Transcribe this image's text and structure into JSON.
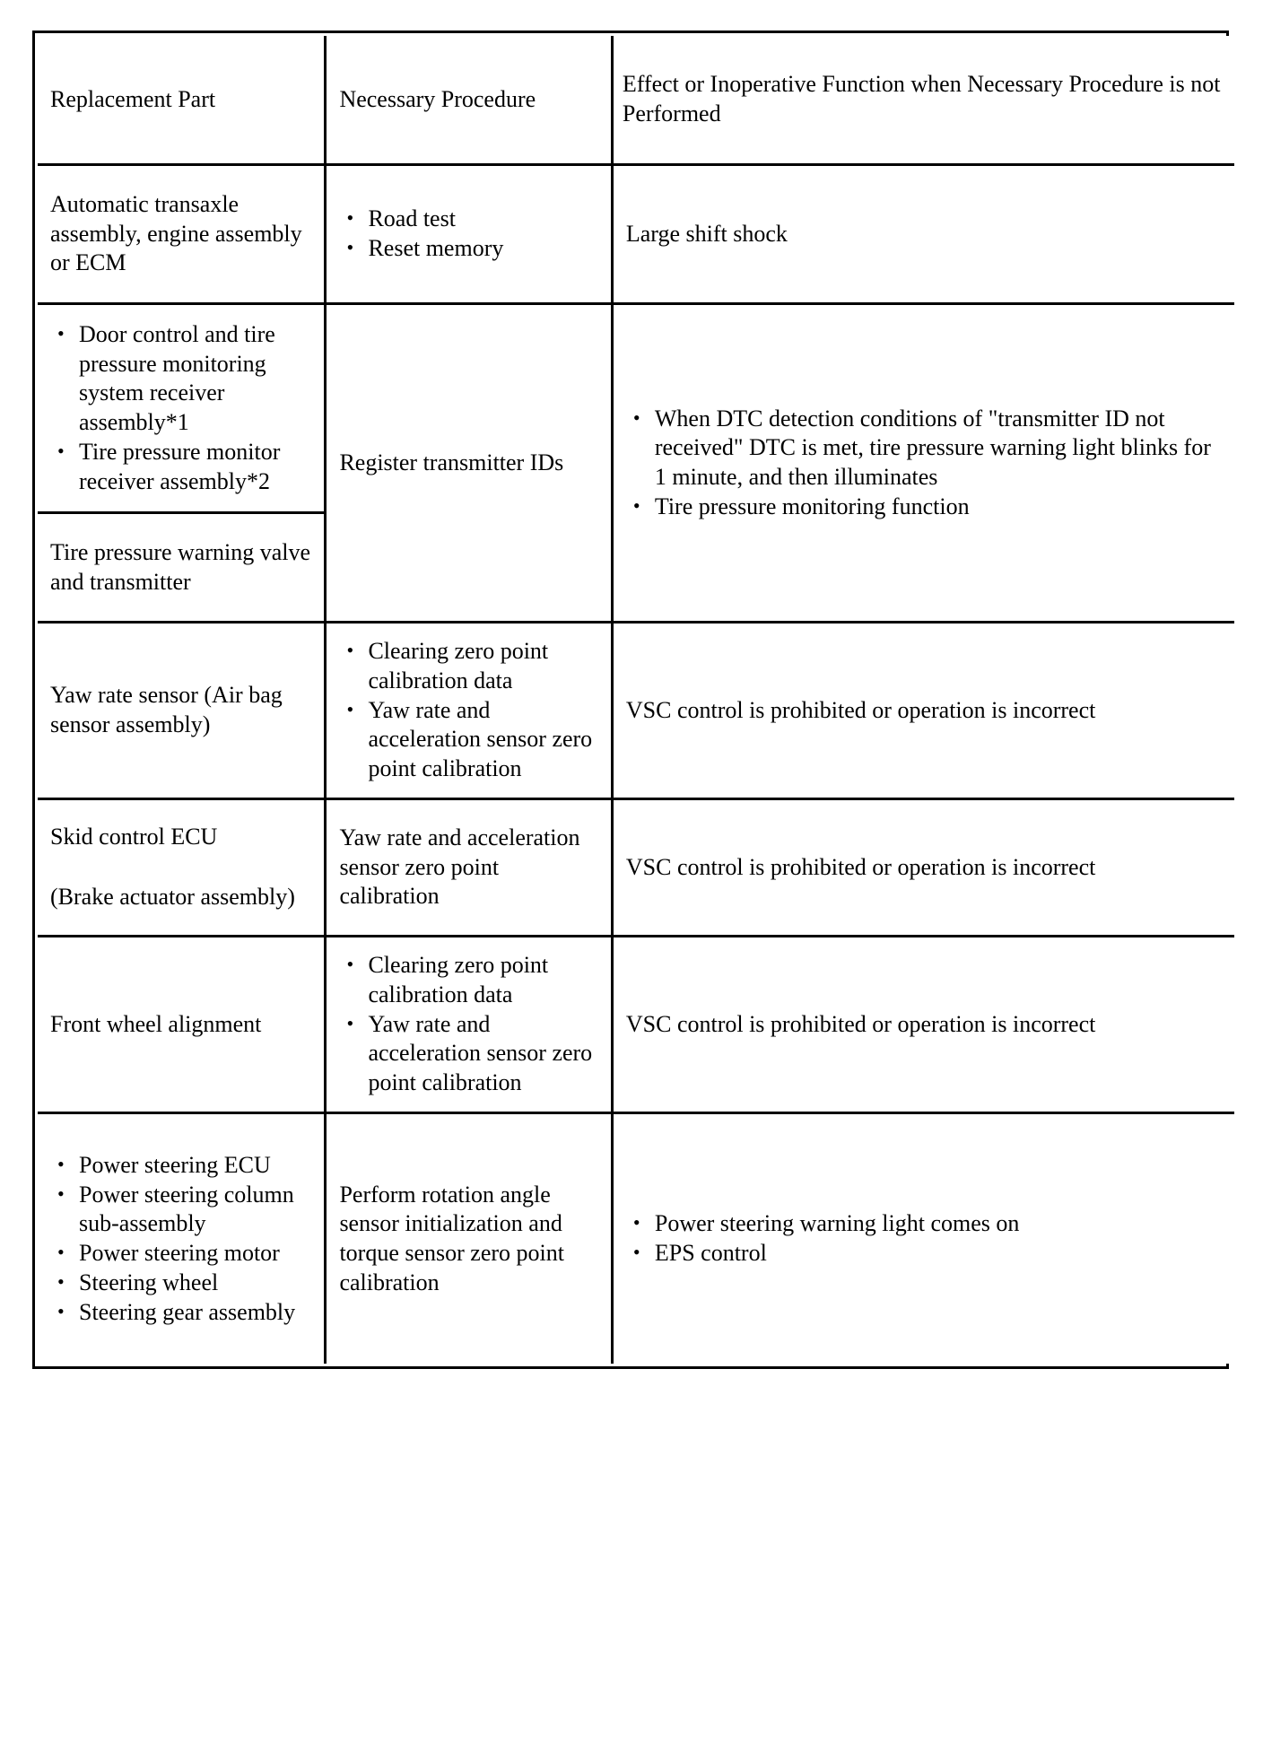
{
  "table": {
    "headers": [
      "Replacement Part",
      "Necessary Procedure",
      "Effect or Inoperative Function when Necessary Procedure is not Performed"
    ],
    "rows": [
      {
        "id": "automatic-transaxle",
        "part_text": "Automatic transaxle assembly, engine assembly or ECM",
        "procedure_bullets": [
          "Road test",
          "Reset memory"
        ],
        "effect_text": "Large shift shock"
      },
      {
        "id": "tpms-receiver",
        "part_bullets": [
          "Door control and tire pressure monitoring system receiver assembly*1",
          "Tire pressure monitor receiver assembly*2"
        ],
        "procedure_text": "Register transmitter IDs",
        "effect_bullets": [
          "When DTC detection conditions of \"transmitter ID not received\" DTC is met, tire pressure warning light blinks for 1 minute, and then illuminates",
          "Tire pressure monitoring function"
        ]
      },
      {
        "id": "tire-pressure-warning-valve",
        "part_text": "Tire pressure warning valve and transmitter"
      },
      {
        "id": "yaw-rate-sensor",
        "part_text": "Yaw rate sensor (Air bag sensor assembly)",
        "procedure_bullets": [
          "Clearing zero point calibration data",
          "Yaw rate and acceleration sensor zero point calibration"
        ],
        "effect_text": "VSC control is prohibited or operation is incorrect"
      },
      {
        "id": "skid-control-ecu",
        "part_line1": "Skid control ECU",
        "part_line2": "(Brake actuator assembly)",
        "procedure_text": "Yaw rate and acceleration sensor zero point calibration",
        "effect_text": "VSC control is prohibited or operation is incorrect"
      },
      {
        "id": "front-wheel-alignment",
        "part_text": "Front wheel alignment",
        "procedure_bullets": [
          "Clearing zero point calibration data",
          "Yaw rate and acceleration sensor zero point calibration"
        ],
        "effect_text": "VSC control is prohibited or operation is incorrect"
      },
      {
        "id": "power-steering",
        "part_bullets": [
          "Power steering ECU",
          "Power steering column sub-assembly",
          "Power steering motor",
          "Steering wheel",
          "Steering gear assembly"
        ],
        "procedure_text": "Perform rotation angle sensor initialization and torque sensor zero point calibration",
        "effect_bullets": [
          "Power steering warning light comes on",
          "EPS control"
        ]
      }
    ]
  },
  "colors": {
    "border": "#000000",
    "text": "#000000",
    "background": "#ffffff"
  }
}
